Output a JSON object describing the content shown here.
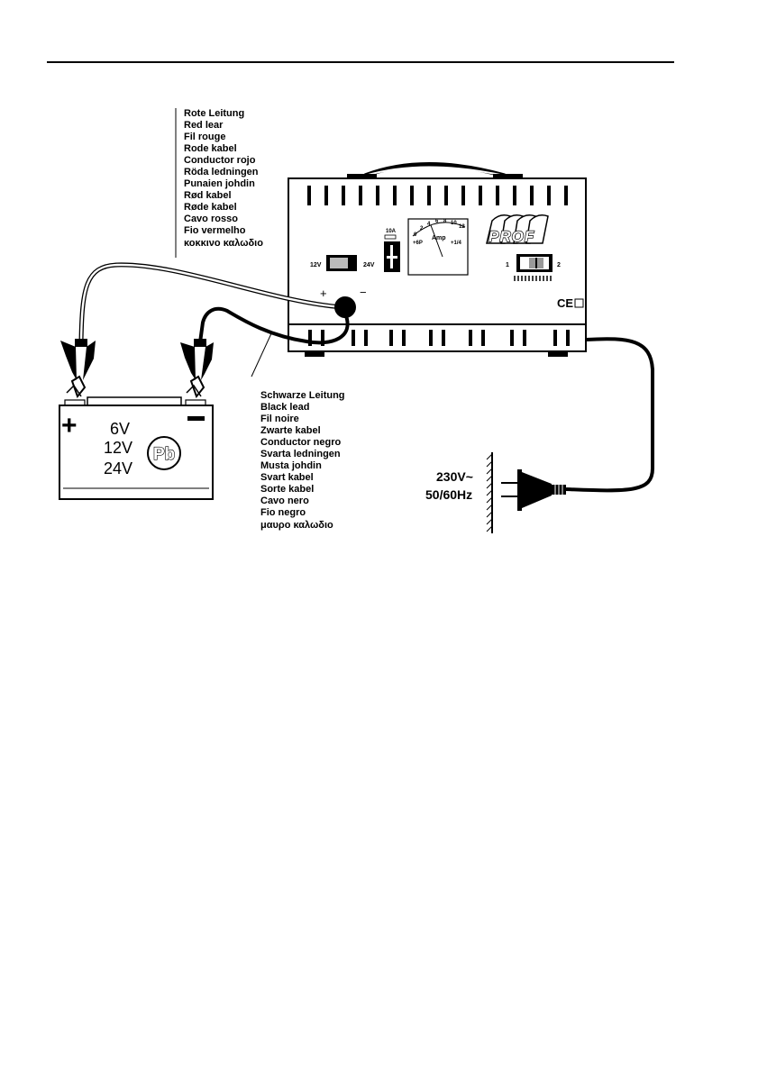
{
  "red_lead_labels": [
    "Rote Leitung",
    "Red lear",
    "Fil rouge",
    "Rode kabel",
    "Conductor rojo",
    "Röda ledningen",
    "Punaien johdin",
    "Rød kabel",
    "Røde kabel",
    "Cavo rosso",
    "Fio vermelho",
    "κοκκινο καλωδιο"
  ],
  "black_lead_labels": [
    "Schwarze Leitung",
    "Black lead",
    "Fil noire",
    "Zwarte kabel",
    "Conductor negro",
    "Svarta ledningen",
    "Musta johdin",
    "Svart kabel",
    "Sorte kabel",
    "Cavo nero",
    "Fio negro",
    "μαυρο καλωδιο"
  ],
  "charger": {
    "brand": "PROF",
    "voltage_switch": {
      "left_label": "12V",
      "right_label": "24V"
    },
    "fuse_label": "10A",
    "ammeter": {
      "unit_label": "Amp",
      "scale_numbers": [
        "0",
        "2",
        "4",
        "6",
        "8",
        "10",
        "12"
      ],
      "left_mark": "+6P",
      "right_mark": "+1/4"
    },
    "mode_switch": {
      "left_label": "1",
      "right_label": "2"
    },
    "terminal_plus": "+",
    "terminal_minus": "−",
    "ce_mark": "CE"
  },
  "battery": {
    "plus": "+",
    "minus": "−",
    "voltages": [
      "6V",
      "12V",
      "24V"
    ],
    "chemistry": "Pb"
  },
  "mains": {
    "voltage": "230V~",
    "frequency": "50/60Hz"
  }
}
